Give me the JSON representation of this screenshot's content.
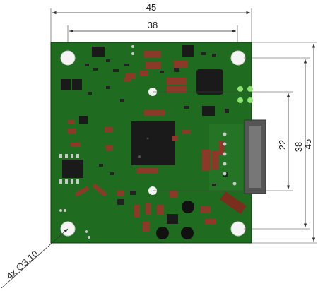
{
  "dimensions": {
    "board_width": "45",
    "hole_spacing_horizontal": "38",
    "board_height": "45",
    "hole_spacing_vertical": "38",
    "hole_to_hole_inner": "22",
    "mounting_hole_callout": "4x ∅3.10"
  },
  "colors": {
    "pcb": "#1f6b1f",
    "pcb_dark": "#155415",
    "component_dark": "#1a1a1a",
    "resistor": "#8b3a2a",
    "pad": "#c9c9c9",
    "hole": "#f4f4f4",
    "led_green": "#8fe36f"
  }
}
